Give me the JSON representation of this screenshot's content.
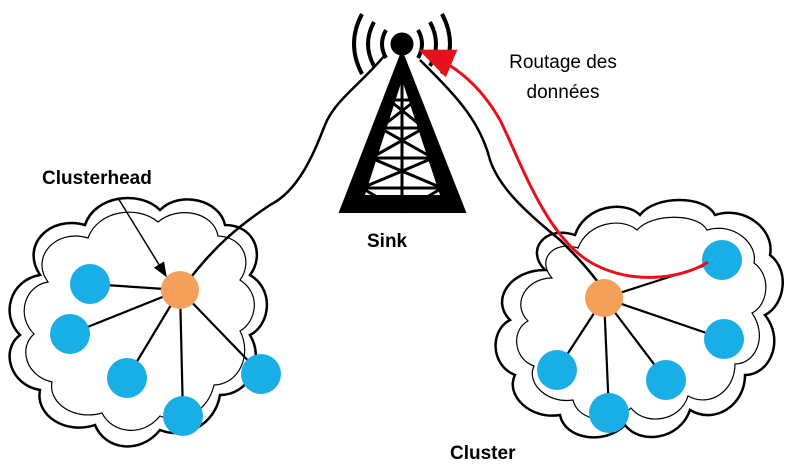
{
  "labels": {
    "clusterhead": "Clusterhead",
    "sink": "Sink",
    "cluster": "Cluster",
    "routing_line1": "Routage des",
    "routing_line2": "données"
  },
  "colors": {
    "node": "#1aaee6",
    "head": "#f5a05a",
    "route": "#e8101a",
    "line": "#000000",
    "cloud_fill": "#ffffff"
  }
}
